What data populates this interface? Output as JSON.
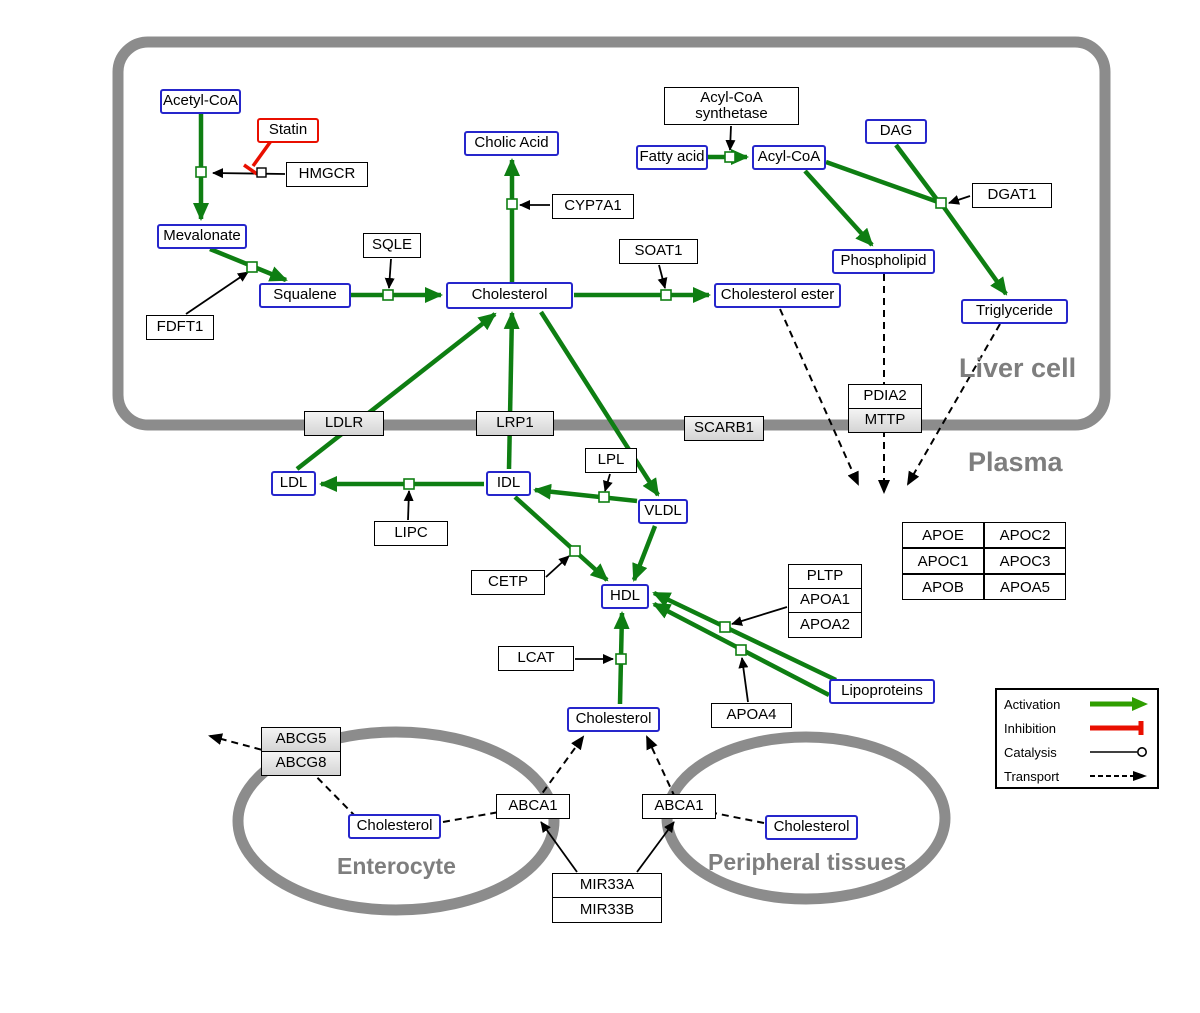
{
  "regions": {
    "liver": "Liver cell",
    "plasma": "Plasma",
    "enterocyte": "Enterocyte",
    "peripheral": "Peripheral tissues"
  },
  "metabolites": {
    "acetyl_coa": "Acetyl-CoA",
    "mevalonate": "Mevalonate",
    "squalene": "Squalene",
    "cholic_acid": "Cholic Acid",
    "cholesterol_liver": "Cholesterol",
    "cholesterol_ester": "Cholesterol ester",
    "fatty_acid": "Fatty acid",
    "acyl_coa": "Acyl-CoA",
    "dag": "DAG",
    "phospholipid": "Phospholipid",
    "triglyceride": "Triglyceride",
    "ldl": "LDL",
    "idl": "IDL",
    "vldl": "VLDL",
    "hdl": "HDL",
    "cholesterol_plasma": "Cholesterol",
    "cholesterol_enterocyte": "Cholesterol",
    "cholesterol_peripheral": "Cholesterol",
    "lipoproteins": "Lipoproteins"
  },
  "proteins": {
    "statin": "Statin",
    "hmgcr": "HMGCR",
    "sqle": "SQLE",
    "fdft1": "FDFT1",
    "cyp7a1": "CYP7A1",
    "soat1": "SOAT1",
    "acyl_coa_synthetase": "Acyl-CoA synthetase",
    "dgat1": "DGAT1",
    "ldlr": "LDLR",
    "lrp1": "LRP1",
    "scarb1": "SCARB1",
    "pdia2": "PDIA2",
    "mttp": "MTTP",
    "lpl": "LPL",
    "lipc": "LIPC",
    "cetp": "CETP",
    "lcat": "LCAT",
    "pltp": "PLTP",
    "apoa1": "APOA1",
    "apoa2": "APOA2",
    "apoa4": "APOA4",
    "abcg5": "ABCG5",
    "abcg8": "ABCG8",
    "abca1_enterocyte": "ABCA1",
    "abca1_peripheral": "ABCA1",
    "mir33a": "MIR33A",
    "mir33b": "MIR33B"
  },
  "apolipoprotein_table": {
    "rows": [
      [
        "APOE",
        "APOC2"
      ],
      [
        "APOC1",
        "APOC3"
      ],
      [
        "APOB",
        "APOA5"
      ]
    ]
  },
  "legend": {
    "activation": "Activation",
    "inhibition": "Inhibition",
    "catalysis": "Catalysis",
    "transport": "Transport"
  },
  "colors": {
    "activation_green": "#0e7e12",
    "legend_green": "#2f9e00",
    "inhibition_red": "#e90f00",
    "metabolite_blue": "#2626cb",
    "membrane_gray": "#8c8c8c"
  }
}
